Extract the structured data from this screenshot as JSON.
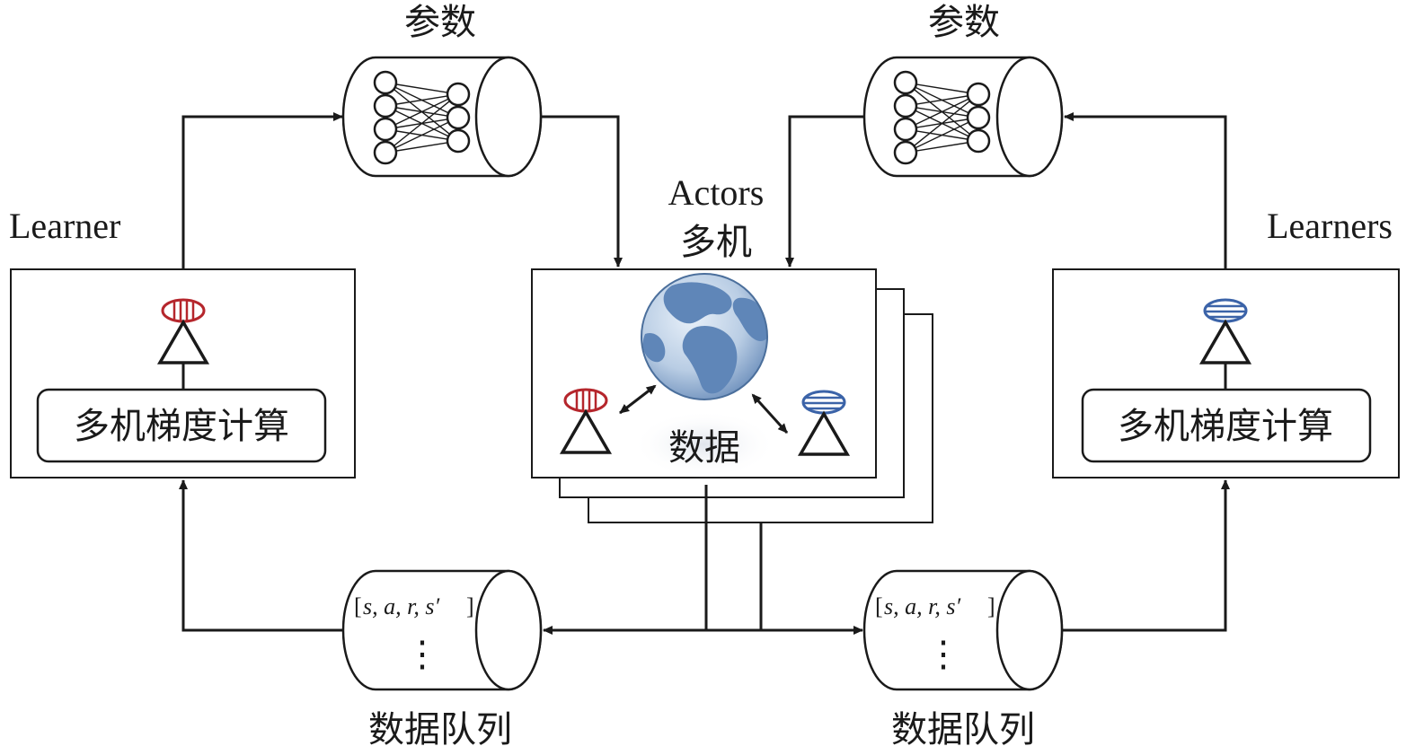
{
  "labels": {
    "params_left": "参数",
    "params_right": "参数",
    "learner": "Learner",
    "learners": "Learners",
    "actors": "Actors",
    "multi_machine": "多机",
    "data": "数据",
    "grad_left": "多机梯度计算",
    "grad_right": "多机梯度计算",
    "queue_left": "数据队列",
    "queue_right": "数据队列",
    "tuple_open": "[",
    "tuple_body": "s, a, r, s′",
    "tuple_close": "]",
    "vdots": "⋮"
  },
  "icons": {
    "network_left": "neural-network-icon",
    "network_right": "neural-network-icon",
    "globe": "globe-icon",
    "agent_red": "agent-red-icon",
    "agent_blue": "agent-blue-icon"
  },
  "colors": {
    "red_policy": "#b5262c",
    "blue_policy": "#3b63a8",
    "globe_ocean": "#b9cde4",
    "globe_land": "#5f86b8"
  }
}
